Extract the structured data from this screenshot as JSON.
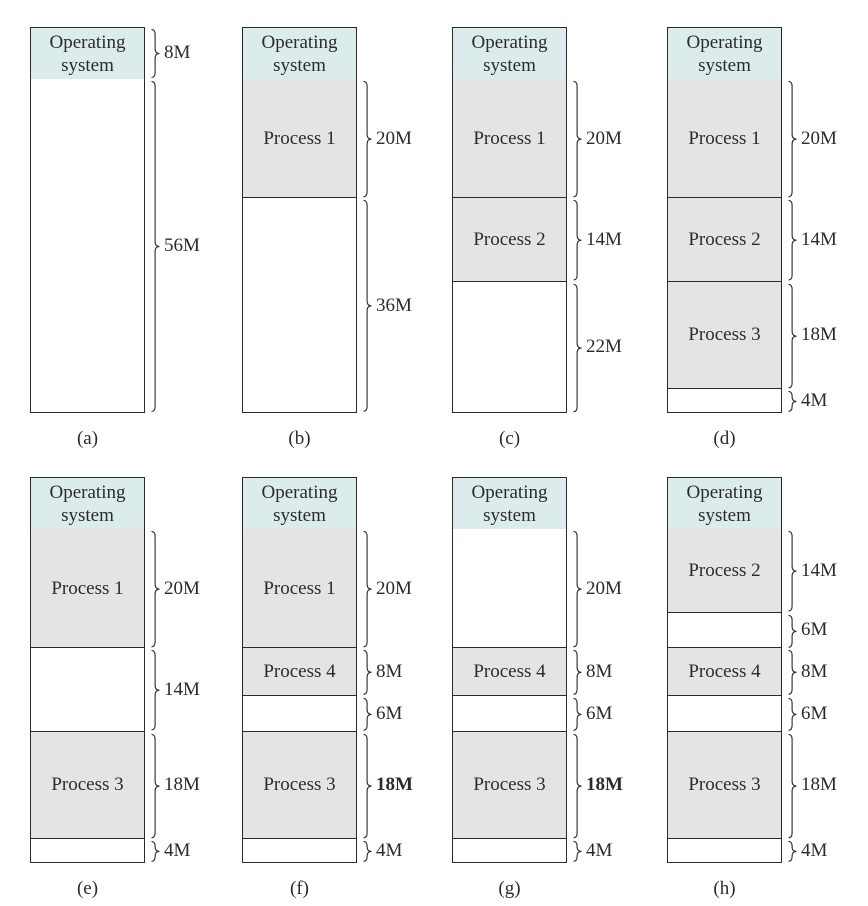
{
  "os_label": "Operating\nsystem",
  "diagrams": [
    {
      "caption": "(a)",
      "segments": [
        {
          "kind": "os",
          "label": "Operating\nsystem",
          "size": "8M",
          "mb": 8
        },
        {
          "kind": "free",
          "label": "",
          "size": "56M",
          "mb": 56
        }
      ]
    },
    {
      "caption": "(b)",
      "segments": [
        {
          "kind": "os",
          "label": "Operating\nsystem",
          "size": "",
          "mb": 8
        },
        {
          "kind": "proc",
          "label": "Process 1",
          "size": "20M",
          "mb": 20
        },
        {
          "kind": "free",
          "label": "",
          "size": "36M",
          "mb": 36
        }
      ]
    },
    {
      "caption": "(c)",
      "segments": [
        {
          "kind": "os",
          "label": "Operating\nsystem",
          "size": "",
          "mb": 8
        },
        {
          "kind": "proc",
          "label": "Process 1",
          "size": "20M",
          "mb": 20
        },
        {
          "kind": "proc",
          "label": "Process 2",
          "size": "14M",
          "mb": 14
        },
        {
          "kind": "free",
          "label": "",
          "size": "22M",
          "mb": 22
        }
      ]
    },
    {
      "caption": "(d)",
      "segments": [
        {
          "kind": "os",
          "label": "Operating\nsystem",
          "size": "",
          "mb": 8
        },
        {
          "kind": "proc",
          "label": "Process 1",
          "size": "20M",
          "mb": 20
        },
        {
          "kind": "proc",
          "label": "Process 2",
          "size": "14M",
          "mb": 14
        },
        {
          "kind": "proc",
          "label": "Process 3",
          "size": "18M",
          "mb": 18
        },
        {
          "kind": "free",
          "label": "",
          "size": "4M",
          "mb": 4
        }
      ]
    },
    {
      "caption": "(e)",
      "segments": [
        {
          "kind": "os",
          "label": "Operating\nsystem",
          "size": "",
          "mb": 8
        },
        {
          "kind": "proc",
          "label": "Process 1",
          "size": "20M",
          "mb": 20
        },
        {
          "kind": "free",
          "label": "",
          "size": "14M",
          "mb": 14
        },
        {
          "kind": "proc",
          "label": "Process 3",
          "size": "18M",
          "mb": 18
        },
        {
          "kind": "free",
          "label": "",
          "size": "4M",
          "mb": 4
        }
      ]
    },
    {
      "caption": "(f)",
      "segments": [
        {
          "kind": "os",
          "label": "Operating\nsystem",
          "size": "",
          "mb": 8
        },
        {
          "kind": "proc",
          "label": "Process 1",
          "size": "20M",
          "mb": 20
        },
        {
          "kind": "proc",
          "label": "Process 4",
          "size": "8M",
          "mb": 8
        },
        {
          "kind": "free",
          "label": "",
          "size": "6M",
          "mb": 6
        },
        {
          "kind": "proc",
          "label": "Process 3",
          "size": "18M",
          "mb": 18,
          "bold": true
        },
        {
          "kind": "free",
          "label": "",
          "size": "4M",
          "mb": 4
        }
      ]
    },
    {
      "caption": "(g)",
      "segments": [
        {
          "kind": "os",
          "label": "Operating\nsystem",
          "size": "",
          "mb": 8
        },
        {
          "kind": "free",
          "label": "",
          "size": "20M",
          "mb": 20
        },
        {
          "kind": "proc",
          "label": "Process 4",
          "size": "8M",
          "mb": 8
        },
        {
          "kind": "free",
          "label": "",
          "size": "6M",
          "mb": 6
        },
        {
          "kind": "proc",
          "label": "Process 3",
          "size": "18M",
          "mb": 18,
          "bold": true
        },
        {
          "kind": "free",
          "label": "",
          "size": "4M",
          "mb": 4
        }
      ]
    },
    {
      "caption": "(h)",
      "segments": [
        {
          "kind": "os",
          "label": "Operating\nsystem",
          "size": "",
          "mb": 8
        },
        {
          "kind": "proc",
          "label": "Process 2",
          "size": "14M",
          "mb": 14
        },
        {
          "kind": "free",
          "label": "",
          "size": "6M",
          "mb": 6
        },
        {
          "kind": "proc",
          "label": "Process 4",
          "size": "8M",
          "mb": 8
        },
        {
          "kind": "free",
          "label": "",
          "size": "6M",
          "mb": 6
        },
        {
          "kind": "proc",
          "label": "Process 3",
          "size": "18M",
          "mb": 18
        },
        {
          "kind": "free",
          "label": "",
          "size": "4M",
          "mb": 4
        }
      ]
    }
  ],
  "colors": {
    "os_fill": "#dcecec",
    "process_fill": "#e4e4e4",
    "free_fill": "#ffffff",
    "stroke": "#2b2b2b"
  }
}
